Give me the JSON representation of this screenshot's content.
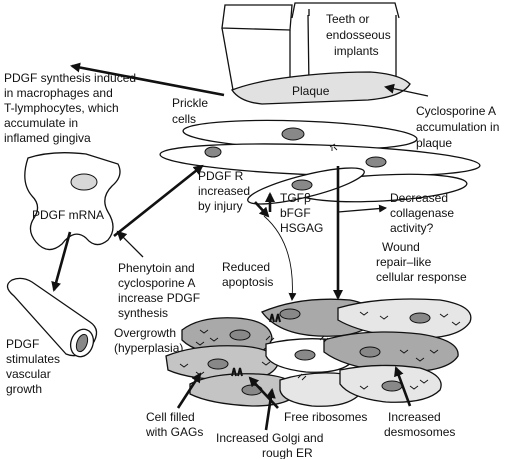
{
  "labels": {
    "teeth": [
      "Teeth or",
      "endosseous",
      "implants"
    ],
    "plaque": "Plaque",
    "cyclosporine_accum": [
      "Cyclosporine A",
      "accumulation in",
      "plaque"
    ],
    "pdgf_synthesis": [
      "PDGF synthesis induced",
      "in macrophages and",
      "T-lymphocytes, which",
      "accumulate in",
      "inflamed gingiva"
    ],
    "prickle": [
      "Prickle",
      "cells"
    ],
    "pdgf_mrna": "PDGF mRNA",
    "pdgf_r": [
      "PDGF R",
      "increased",
      "by injury"
    ],
    "factors": [
      "TGFβ",
      "bFGF",
      "HSGAG"
    ],
    "collagenase": [
      "Decreased",
      "collagenase",
      "activity?"
    ],
    "wound": [
      "Wound",
      "repair–like",
      "cellular response"
    ],
    "phenytoin": [
      "Phenytoin and",
      "cyclosporine A",
      "increase PDGF",
      "synthesis"
    ],
    "apoptosis": [
      "Reduced",
      "apoptosis"
    ],
    "overgrowth": [
      "Overgrowth",
      "(hyperplasia)"
    ],
    "vascular": [
      "PDGF",
      "stimulates",
      "vascular",
      "growth"
    ],
    "gag_cell": [
      "Cell filled",
      "with GAGs"
    ],
    "ribosomes": "Free ribosomes",
    "desmosomes": [
      "Increased",
      "desmosomes"
    ],
    "golgi": [
      "Increased Golgi and",
      "rough ER"
    ]
  }
}
